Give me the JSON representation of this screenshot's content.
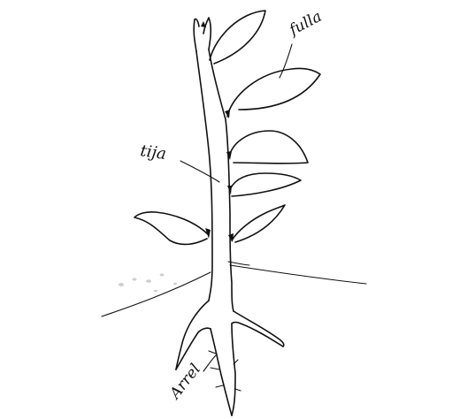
{
  "labels": {
    "leaf": "fulla",
    "stem": "tija",
    "root": "Arrel"
  },
  "colors": {
    "ink": "#111111",
    "paper": "#ffffff",
    "smudge": "#cfcfcf"
  }
}
